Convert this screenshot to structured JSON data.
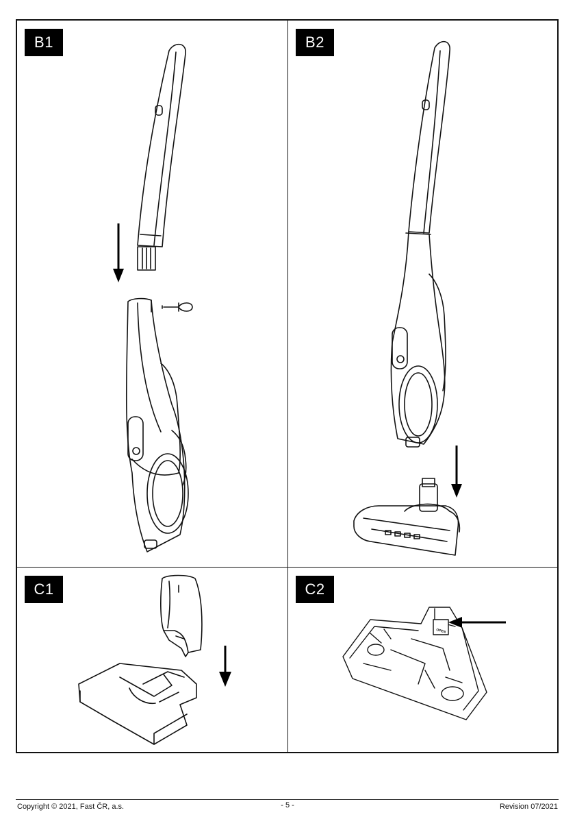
{
  "panels": {
    "b1": {
      "label": "B1"
    },
    "b2": {
      "label": "B2"
    },
    "c1": {
      "label": "C1"
    },
    "c2": {
      "label": "C2"
    }
  },
  "illustrations": {
    "c2_slider_text": "OPEN"
  },
  "icons": [
    "down-arrow-icon",
    "left-arrow-icon"
  ],
  "footer": {
    "copyright": "Copyright © 2021, Fast ČR, a.s.",
    "page_number": "- 5 -",
    "revision": "Revision 07/2021"
  }
}
